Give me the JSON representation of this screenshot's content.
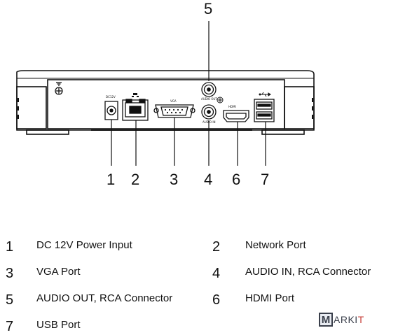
{
  "callouts": [
    "5",
    "1",
    "2",
    "3",
    "4",
    "6",
    "7"
  ],
  "port_labels": {
    "power": "DC12V",
    "vga": "VGA",
    "audio_out": "AUDIO OUT",
    "audio_in": "AUDIO IN",
    "hdmi": "HDMI"
  },
  "legend": [
    {
      "num": "1",
      "label": "DC 12V Power Input"
    },
    {
      "num": "2",
      "label": "Network Port"
    },
    {
      "num": "3",
      "label": "VGA Port"
    },
    {
      "num": "4",
      "label": "AUDIO IN, RCA Connector"
    },
    {
      "num": "5",
      "label": "AUDIO OUT, RCA Connector"
    },
    {
      "num": "6",
      "label": "HDMI Port"
    },
    {
      "num": "7",
      "label": "USB Port"
    }
  ],
  "watermark": {
    "box_letter": "M",
    "text_main": "ARKI",
    "text_accent": "T"
  }
}
